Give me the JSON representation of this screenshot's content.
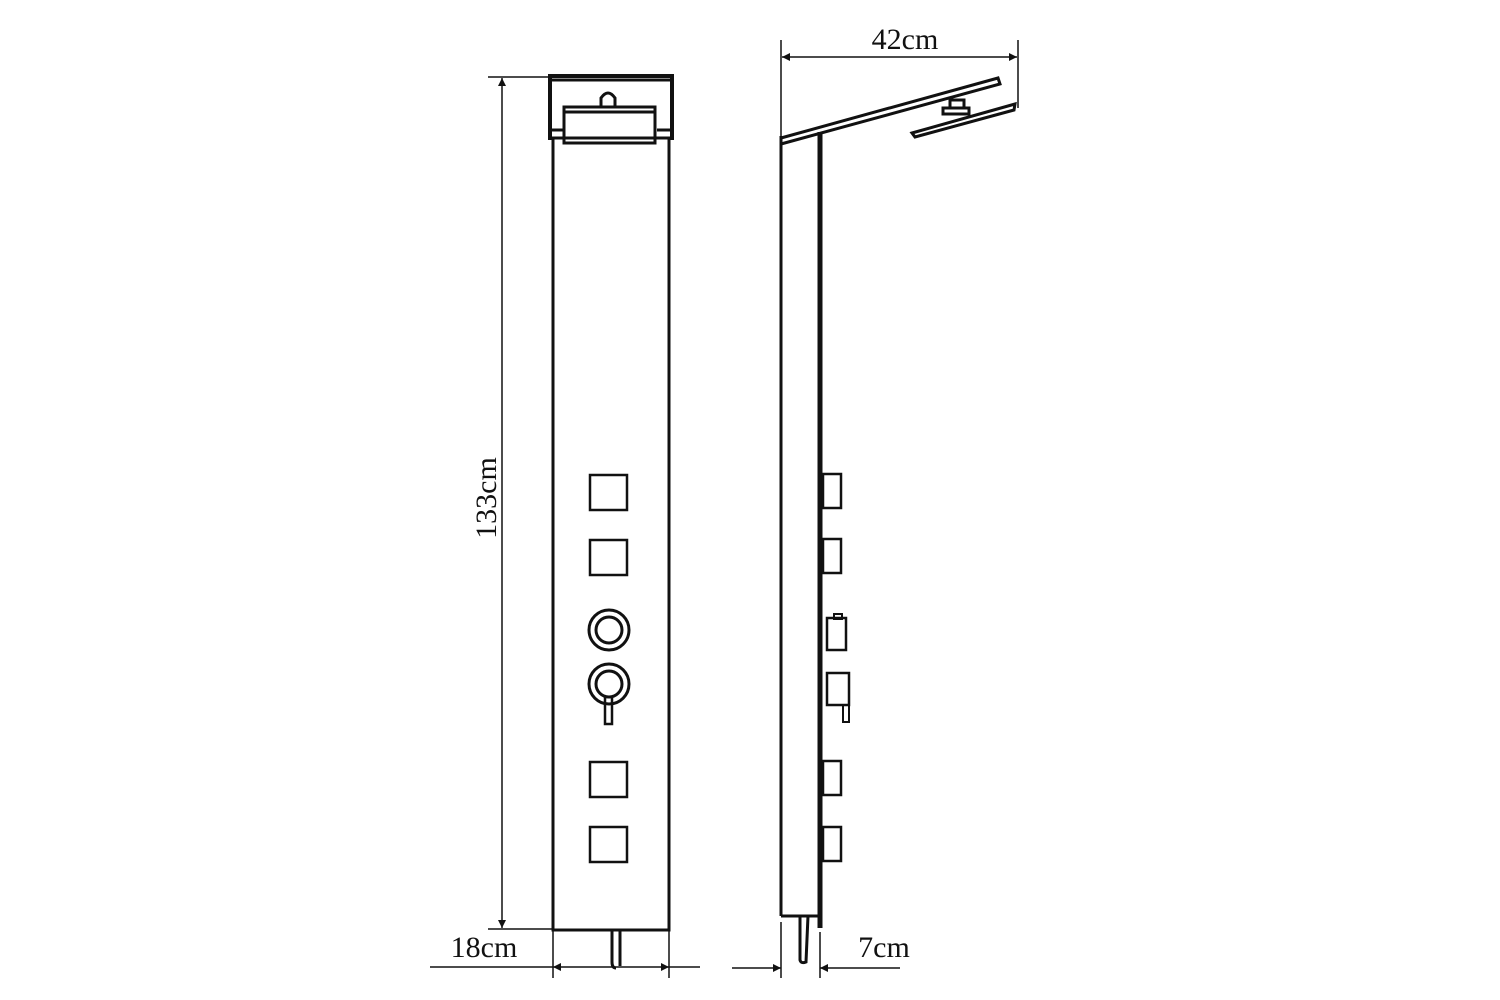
{
  "title": "Shower panel dimensions drawing",
  "dimensions": {
    "height": "133cm",
    "front_width": "18cm",
    "arm_reach": "42cm",
    "depth": "7cm"
  },
  "colors": {
    "line": "#111111",
    "background": "#ffffff"
  }
}
